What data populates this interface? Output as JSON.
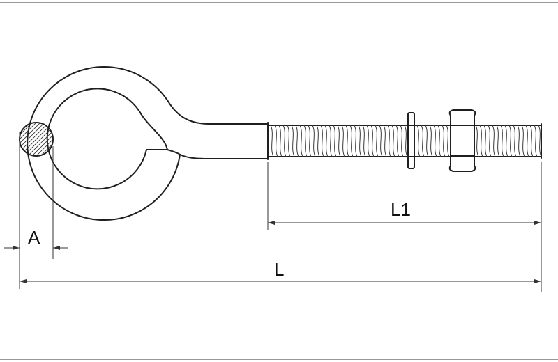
{
  "labels": {
    "A": "A",
    "L1": "L1",
    "L": "L"
  },
  "colors": {
    "line": "#1f1f1f",
    "background": "#ffffff"
  }
}
